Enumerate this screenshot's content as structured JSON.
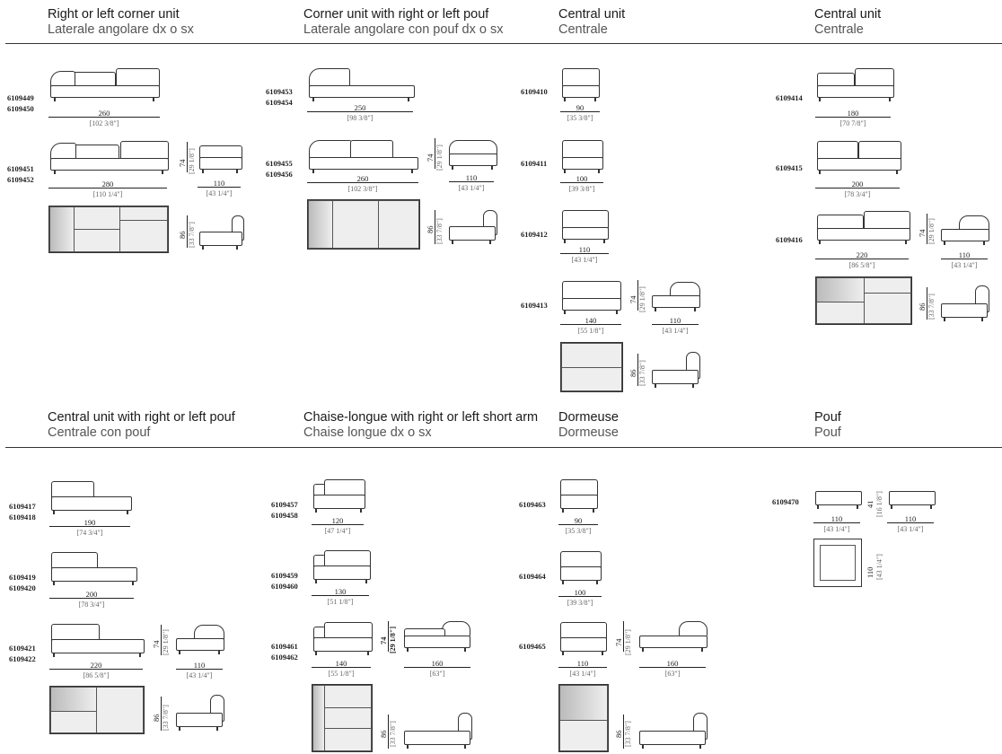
{
  "sections": [
    {
      "en": "Right or left corner unit",
      "it": "Laterale angolare dx o sx"
    },
    {
      "en": "Corner unit with right or left pouf",
      "it": "Laterale angolare con pouf dx o sx"
    },
    {
      "en": "Central unit",
      "it": "Centrale"
    },
    {
      "en": "Central unit",
      "it": "Centrale"
    },
    {
      "en": "Central unit with right or left pouf",
      "it": "Centrale con pouf"
    },
    {
      "en": "Chaise-longue with right or left short arm",
      "it": "Chaise longue dx o sx"
    },
    {
      "en": "Dormeuse",
      "it": "Dormeuse"
    },
    {
      "en": "Pouf",
      "it": "Pouf"
    }
  ],
  "codes": {
    "c1": [
      "6109449",
      "6109450"
    ],
    "c2": [
      "6109451",
      "6109452"
    ],
    "c3": [
      "6109453",
      "6109454"
    ],
    "c4": [
      "6109455",
      "6109456"
    ],
    "c5": [
      "6109410"
    ],
    "c6": [
      "6109411"
    ],
    "c7": [
      "6109412"
    ],
    "c8": [
      "6109413"
    ],
    "c9": [
      "6109414"
    ],
    "c10": [
      "6109415"
    ],
    "c11": [
      "6109416"
    ],
    "c12": [
      "6109417",
      "6109418"
    ],
    "c13": [
      "6109419",
      "6109420"
    ],
    "c14": [
      "6109421",
      "6109422"
    ],
    "c15": [
      "6109457",
      "6109458"
    ],
    "c16": [
      "6109459",
      "6109460"
    ],
    "c17": [
      "6109461",
      "6109462"
    ],
    "c18": [
      "6109463"
    ],
    "c19": [
      "6109464"
    ],
    "c20": [
      "6109465"
    ],
    "c21": [
      "6109470"
    ]
  },
  "dims": {
    "d260a": [
      "260",
      "[102 3/8\"]"
    ],
    "d280": [
      "280",
      "[110 1/4\"]"
    ],
    "d110a": [
      "110",
      "[43 1/4\"]"
    ],
    "d250": [
      "250",
      "[98 3/8\"]"
    ],
    "d260b": [
      "260",
      "[102 3/8\"]"
    ],
    "d110b": [
      "110",
      "[43 1/4\"]"
    ],
    "d90a": [
      "90",
      "[35 3/8\"]"
    ],
    "d100a": [
      "100",
      "[39 3/8\"]"
    ],
    "d110c": [
      "110",
      "[43 1/4\"]"
    ],
    "d140a": [
      "140",
      "[55 1/8\"]"
    ],
    "d110d": [
      "110",
      "[43 1/4\"]"
    ],
    "d180": [
      "180",
      "[70 7/8\"]"
    ],
    "d200a": [
      "200",
      "[78 3/4\"]"
    ],
    "d220a": [
      "220",
      "[86 5/8\"]"
    ],
    "d110e": [
      "110",
      "[43 1/4\"]"
    ],
    "d190": [
      "190",
      "[74 3/4\"]"
    ],
    "d200b": [
      "200",
      "[78 3/4\"]"
    ],
    "d220b": [
      "220",
      "[86 5/8\"]"
    ],
    "d110f": [
      "110",
      "[43 1/4\"]"
    ],
    "d120": [
      "120",
      "[47 1/4\"]"
    ],
    "d130": [
      "130",
      "[51 1/8\"]"
    ],
    "d140b": [
      "140",
      "[55 1/8\"]"
    ],
    "d160a": [
      "160",
      "[63\"]"
    ],
    "d90b": [
      "90",
      "[35 3/8\"]"
    ],
    "d100b": [
      "100",
      "[39 3/8\"]"
    ],
    "d110g": [
      "110",
      "[43 1/4\"]"
    ],
    "d160b": [
      "160",
      "[63\"]"
    ],
    "d110h": [
      "110",
      "[43 1/4\"]"
    ],
    "d110i": [
      "110",
      "[43 1/4\"]"
    ]
  },
  "vdims": {
    "h74": [
      "74",
      "[29 1/8\"]"
    ],
    "h86": [
      "86",
      "[33 7/8\"]"
    ],
    "h41": [
      "41",
      "[16 1/8\"]"
    ],
    "h110": [
      "110",
      "[43 1/4\"]"
    ]
  }
}
